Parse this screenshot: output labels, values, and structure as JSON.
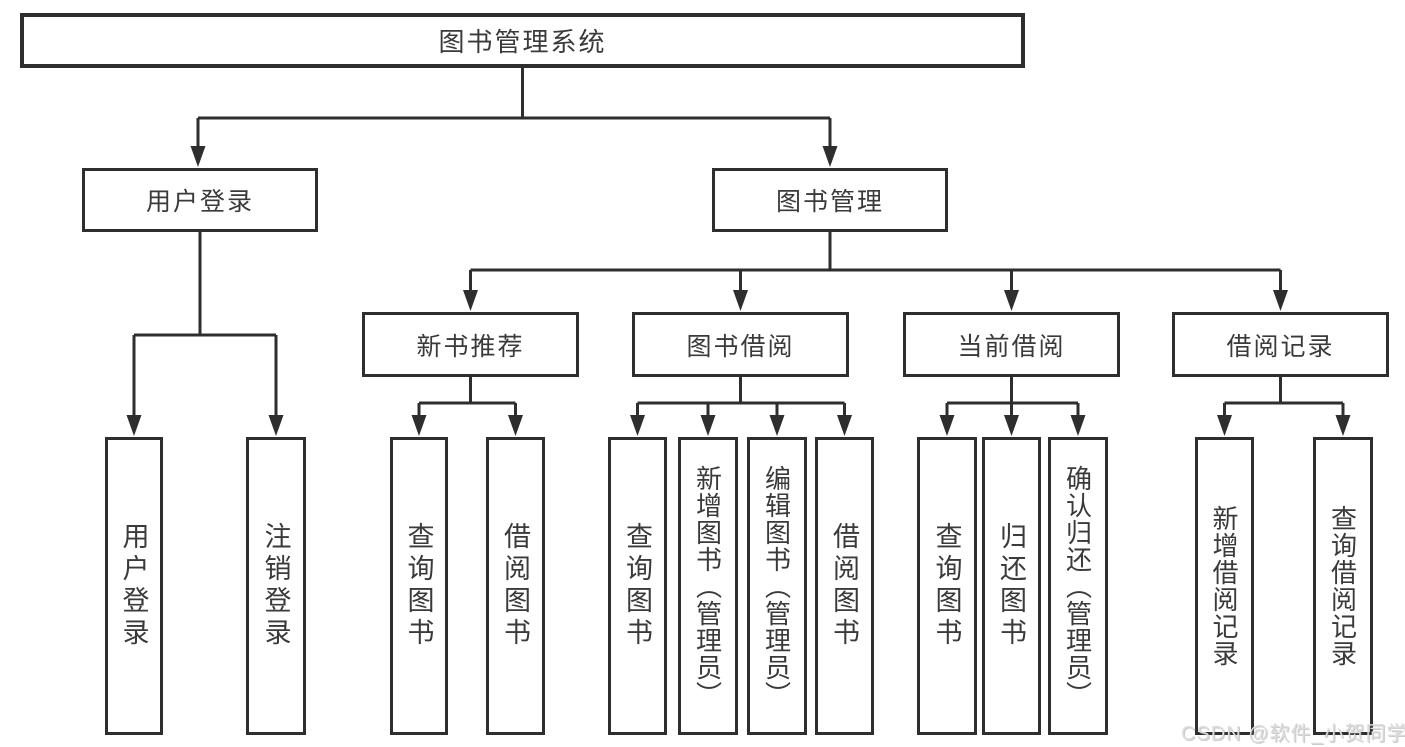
{
  "tree": {
    "root": "图书管理系统",
    "branches": [
      {
        "label": "用户登录",
        "children": [
          {
            "label": "用户登录"
          },
          {
            "label": "注销登录"
          }
        ]
      },
      {
        "label": "图书管理",
        "children": [
          {
            "label": "新书推荐",
            "children": [
              {
                "label": "查询图书"
              },
              {
                "label": "借阅图书"
              }
            ]
          },
          {
            "label": "图书借阅",
            "children": [
              {
                "label": "查询图书"
              },
              {
                "label": "新增图书（管理员）"
              },
              {
                "label": "编辑图书（管理员）"
              },
              {
                "label": "借阅图书"
              }
            ]
          },
          {
            "label": "当前借阅",
            "children": [
              {
                "label": "查询图书"
              },
              {
                "label": "归还图书"
              },
              {
                "label": "确认归还（管理员）"
              }
            ]
          },
          {
            "label": "借阅记录",
            "children": [
              {
                "label": "新增借阅记录"
              },
              {
                "label": "查询借阅记录"
              }
            ]
          }
        ]
      }
    ]
  },
  "watermark": {
    "text": "CSDN @软件_小贺同学"
  },
  "colors": {
    "line": "#2e2e2e",
    "text": "#3a3a3a",
    "background": "#ffffff",
    "watermark": "#dcdcdc"
  }
}
